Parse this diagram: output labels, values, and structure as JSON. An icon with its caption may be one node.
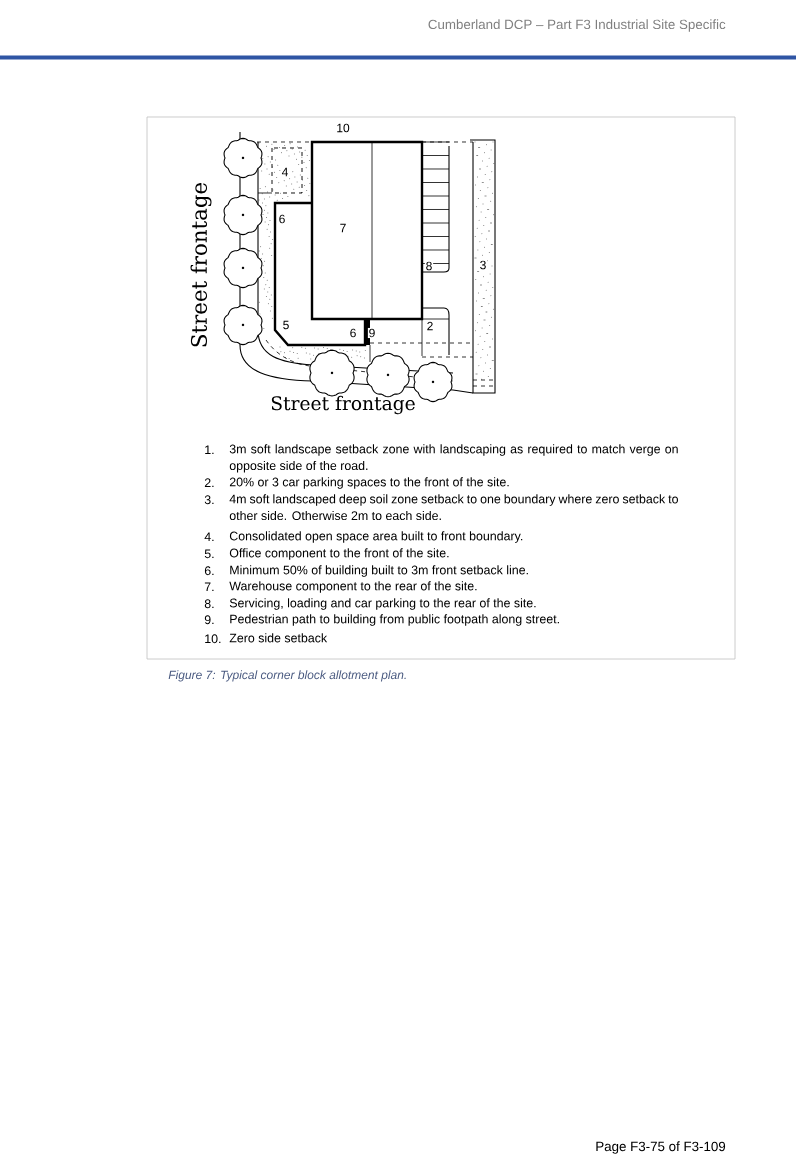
{
  "diagram": {
    "caption": "Figure 7: Typical corner block allotment plan.",
    "labels": [
      "Cumberland DCP – Part F3 Industrial Site Specific",
      "10",
      "4",
      "6",
      "7",
      "8",
      "3",
      "5",
      "2",
      "6",
      "9",
      "Street frontage",
      "Street frontage",
      "1.",
      "3m soft landscape setback zone with landscaping as required to match verge on opposite side of the road.",
      "2.",
      "20% or 3 car parking spaces to the front of the site.",
      "3.",
      "4m soft landscaped deep soil zone setback to one boundary where zero setback to other side. Otherwise 2m to each side.",
      "4.",
      "Consolidated open space area built to front boundary.",
      "5.",
      "Office component to the front of the site.",
      "6.",
      "Minimum 50% of building built to 3m front setback line.",
      "7.",
      "Warehouse component to the rear of the site.",
      "8.",
      "Servicing, loading and car parking to the rear of the site.",
      "9.",
      "Pedestrian path to building from public footpath along street.",
      "10.",
      "Zero side setback",
      "Page F3-75 of F3-109"
    ]
  }
}
